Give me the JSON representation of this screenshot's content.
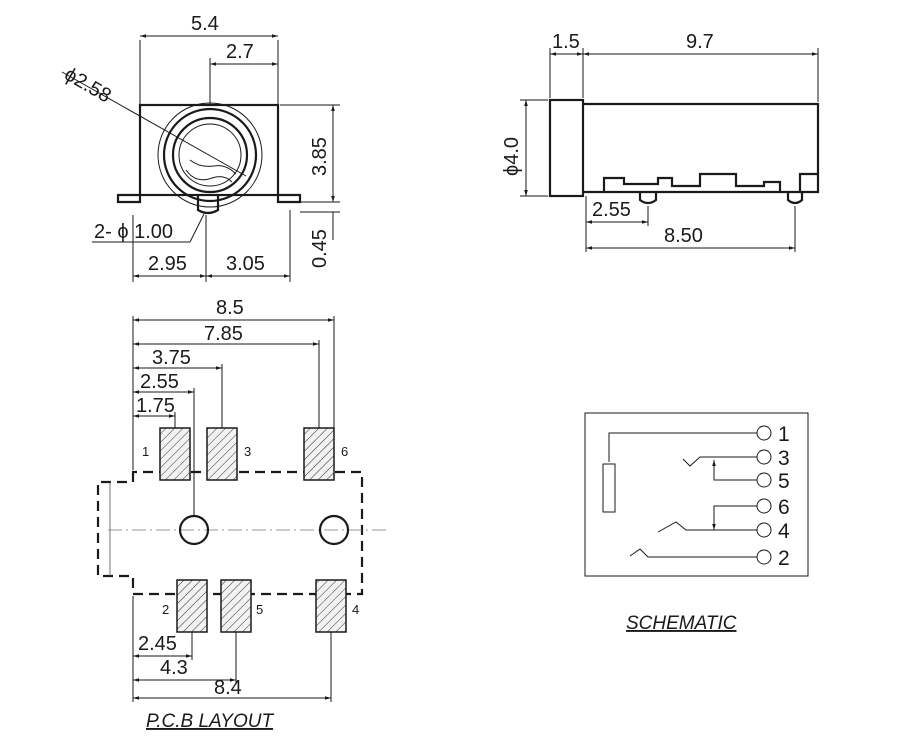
{
  "front_view": {
    "dims": {
      "width": "5.4",
      "half_width": "2.7",
      "bore_diameter": "ϕ2.58",
      "height": "3.85",
      "leg_height": "0.45",
      "peg_spec": "2- ϕ 1.00",
      "left_offset": "2.95",
      "right_offset": "3.05"
    }
  },
  "side_view": {
    "dims": {
      "collar": "1.5",
      "length": "9.7",
      "diameter": "ϕ4.0",
      "peg_offset": "2.55",
      "peg_span": "8.50"
    }
  },
  "pcb_layout": {
    "title": "P.C.B LAYOUT",
    "dims": {
      "outer_width": "8.5",
      "pad6_pos": "7.85",
      "pad3_pos": "3.75",
      "hole_pos": "2.55",
      "pad1_pos": "1.75",
      "pad2_pos": "2.45",
      "pad5_pos": "4.3",
      "pad4_pos": "8.4"
    },
    "pins": {
      "p1": "1",
      "p2": "2",
      "p3": "3",
      "p4": "4",
      "p5": "5",
      "p6": "6"
    }
  },
  "schematic": {
    "title": "SCHEMATIC",
    "terminals": [
      "1",
      "3",
      "5",
      "6",
      "4",
      "2"
    ]
  }
}
